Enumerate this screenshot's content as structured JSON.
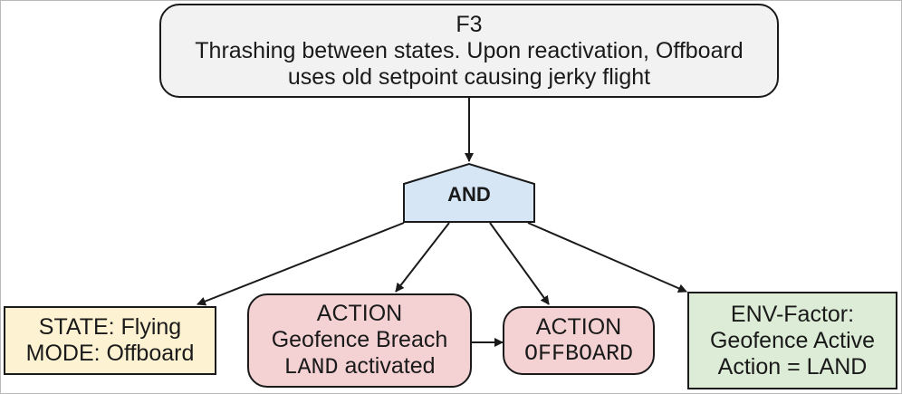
{
  "top_event": {
    "id": "F3",
    "line1": "Thrashing between states. Upon reactivation, Offboard",
    "line2": "uses old setpoint causing jerky flight"
  },
  "gate": {
    "label": "AND"
  },
  "nodes": {
    "state": {
      "line1": "STATE: Flying",
      "line2": "MODE: Offboard"
    },
    "action_geofence": {
      "line1": "ACTION",
      "line2": "Geofence Breach",
      "line3_code": "LAND",
      "line3_text": " activated"
    },
    "action_offboard": {
      "line1": "ACTION",
      "line2_code": "OFFBOARD"
    },
    "env_factor": {
      "line1": "ENV-Factor:",
      "line2": "Geofence Active",
      "line3": "Action = LAND"
    }
  },
  "colors": {
    "top_fill": "#f2f2f2",
    "gate_fill": "#d6e6f5",
    "state_fill": "#fdf3d3",
    "action_fill": "#f4d2d3",
    "env_fill": "#dcecd6",
    "stroke": "#1a1a1a"
  }
}
